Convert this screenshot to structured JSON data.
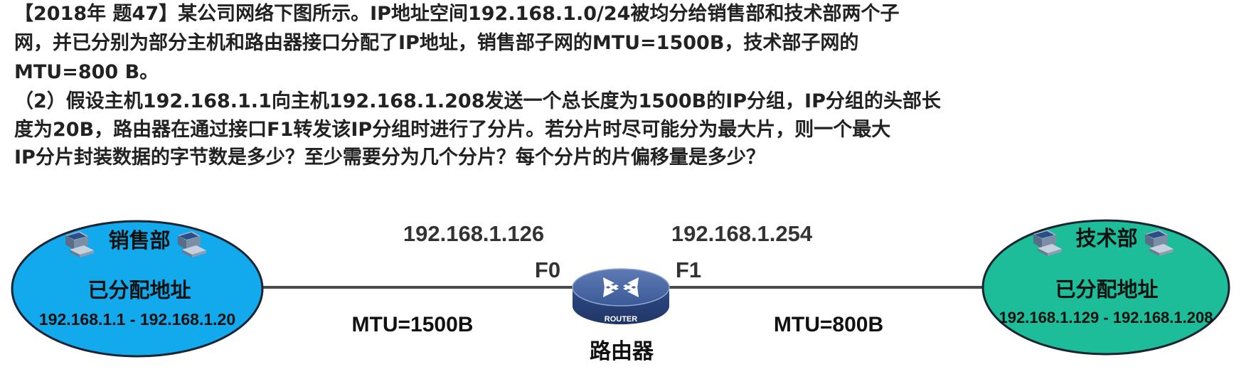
{
  "question": {
    "lines": [
      "【2018年 题47】某公司网络下图所示。IP地址空间192.168.1.0/24被均分给销售部和技术部两个子",
      "网，并已分别为部分主机和路由器接口分配了IP地址，销售部子网的MTU=1500B，技术部子网的",
      "MTU=800 B。",
      "（2）假设主机192.168.1.1向主机192.168.1.208发送一个总长度为1500B的IP分组，IP分组的头部长",
      "度为20B，路由器在通过接口F1转发该IP分组时进行了分片。若分片时尽可能分为最大片，则一个最大",
      "IP分片封装数据的字节数是多少？至少需要分为几个分片？每个分片的片偏移量是多少？"
    ]
  },
  "diagram": {
    "sales": {
      "name": "销售部",
      "assigned_label": "已分配地址",
      "range": "192.168.1.1 - 192.168.1.20",
      "fill": "#12aaec"
    },
    "tech": {
      "name": "技术部",
      "assigned_label": "已分配地址",
      "range": "192.168.1.129 - 192.168.1.208",
      "fill": "#1cbd98"
    },
    "router": {
      "label": "路由器",
      "device_text": "ROUTER",
      "f0_label": "F0",
      "f0_ip": "192.168.1.126",
      "f1_label": "F1",
      "f1_ip": "192.168.1.254"
    },
    "left_link_mtu": "MTU=1500B",
    "right_link_mtu": "MTU=800B",
    "icons": [
      "computer-icon",
      "router-icon"
    ]
  }
}
